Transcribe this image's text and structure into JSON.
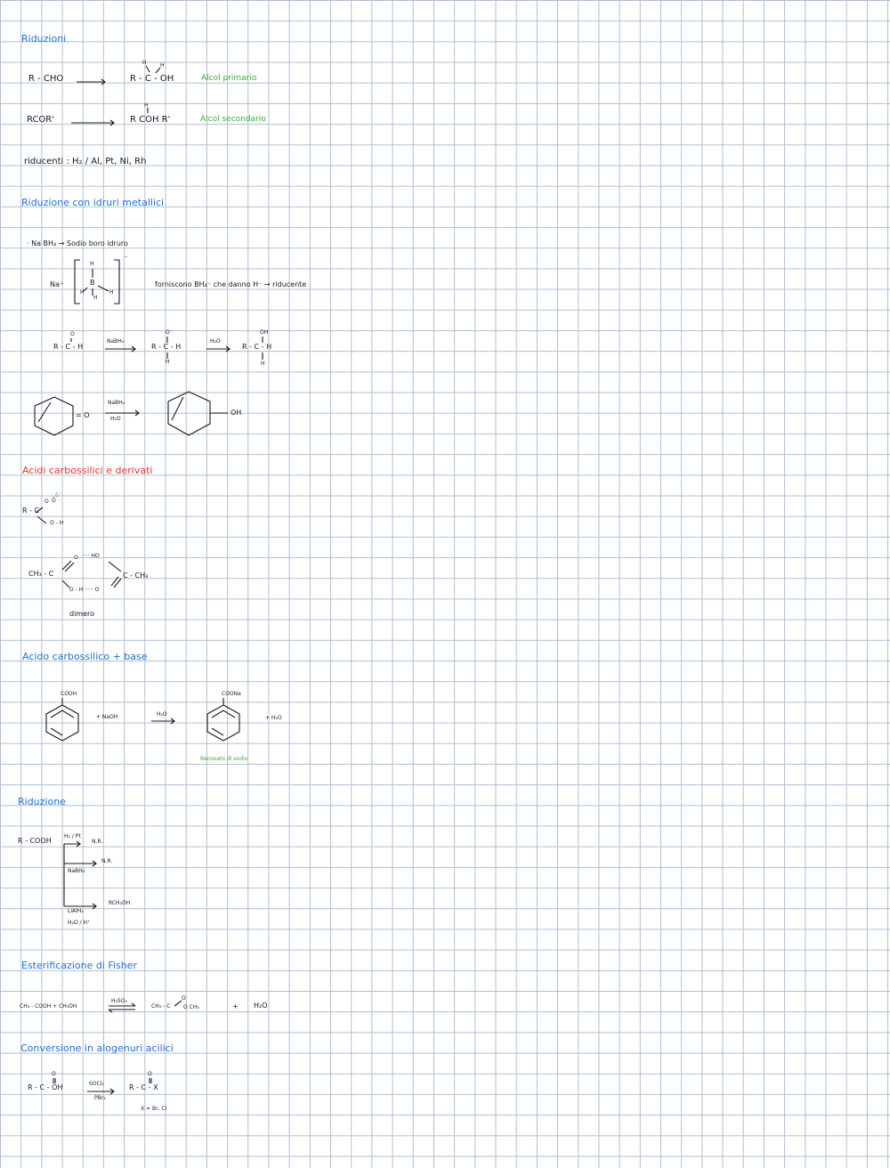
{
  "sections": {
    "riduzioni": {
      "heading": "Riduzioni",
      "r1_reactant": "R - CHO",
      "r1_product": "R - C - OH",
      "r1_h1": "H",
      "r1_h2": "H",
      "r1_label": "Alcol primario",
      "r2_reactant": "RCOR'",
      "r2_product": "R COH R'",
      "r2_h": "H",
      "r2_label": "Alcol secondario",
      "riducenti": "riducenti :  H₂ / Al, Pt, Ni, Rh"
    },
    "idruri": {
      "heading": "Riduzione con idruri metallici",
      "item": "·  Na BH₄  →  Sodio boro idruro",
      "na": "Na⁺",
      "boron": "B",
      "h_top": "H",
      "h_left": "H",
      "h_right": "H",
      "h_bottom": "H",
      "charge": "⁻",
      "description": "forniscono  BH₄⁻  che danno  H⁻  →  riducente",
      "rx_start": "R - C - H",
      "rx_start_o": "O",
      "rx_reagent1": "NaBH₄",
      "rx_intermediate": "R - C - H",
      "rx_int_o": "O⁻",
      "rx_int_h": "H",
      "rx_reagent2": "H₂O",
      "rx_product": "R - C - H",
      "rx_prod_oh": "OH",
      "rx_prod_h": "H",
      "ring_reagent_top": "NaBH₄",
      "ring_reagent_bottom": "H₂O",
      "ring_oxo": "= O",
      "ring_oh": "OH"
    },
    "acidi": {
      "heading": "Acidi carbossilici e derivati",
      "resonance": "R - C",
      "resonance_o1": "O",
      "resonance_o2": "Ö",
      "resonance_oh": "O - H",
      "resonance_partial": "δ⁻",
      "dimer_left": "CH₃ - C",
      "dimer_o_top": "O",
      "dimer_ho_top": "···· HO",
      "dimer_o_bottom": "O - H ····· O",
      "dimer_right": "C - CH₃",
      "dimer_label": "dimero"
    },
    "acido_base": {
      "heading": "Acido carbossilico + base",
      "reactant_group": "COOH",
      "plus_base": "+ NaOH",
      "solvent": "H₂O",
      "product_group": "COONa",
      "plus_water": "+ H₂O",
      "product_label": "Benzoato di sodio"
    },
    "riduzione2": {
      "heading": "Riduzione",
      "reactant": "R - COOH",
      "branch1_reagent": "H₂ / Pt",
      "branch1_result": "N.R.",
      "branch2_reagent": "NaBH₄",
      "branch2_result": "N.R.",
      "branch3_reagent_top": "LiAlH₄",
      "branch3_reagent_bottom": "H₂O / H⁺",
      "branch3_result": "RCH₂OH"
    },
    "fisher": {
      "heading": "Esterificazione di Fisher",
      "reactants": "CH₃ - COOH  +  CH₃OH",
      "catalyst": "H₂SO₄",
      "product": "CH₃ - C",
      "product_o": "O",
      "product_tail": "O CH₃",
      "plus": "+",
      "water": "H₂O"
    },
    "alogenuri": {
      "heading": "Conversione in alogenuri acilici",
      "reactant": "R - C - OH",
      "reactant_o": "O",
      "reagent_top": "SOCl₂",
      "reagent_bottom": "PBr₃",
      "product": "R - C - X",
      "product_o": "O",
      "note": "X = Br, Cl"
    }
  },
  "colors": {
    "heading_blue": "#1f6fd6",
    "heading_red": "#e2372b",
    "note_green": "#3fa836",
    "ink": "#1a1a1a",
    "grid": "#aebfd4"
  }
}
